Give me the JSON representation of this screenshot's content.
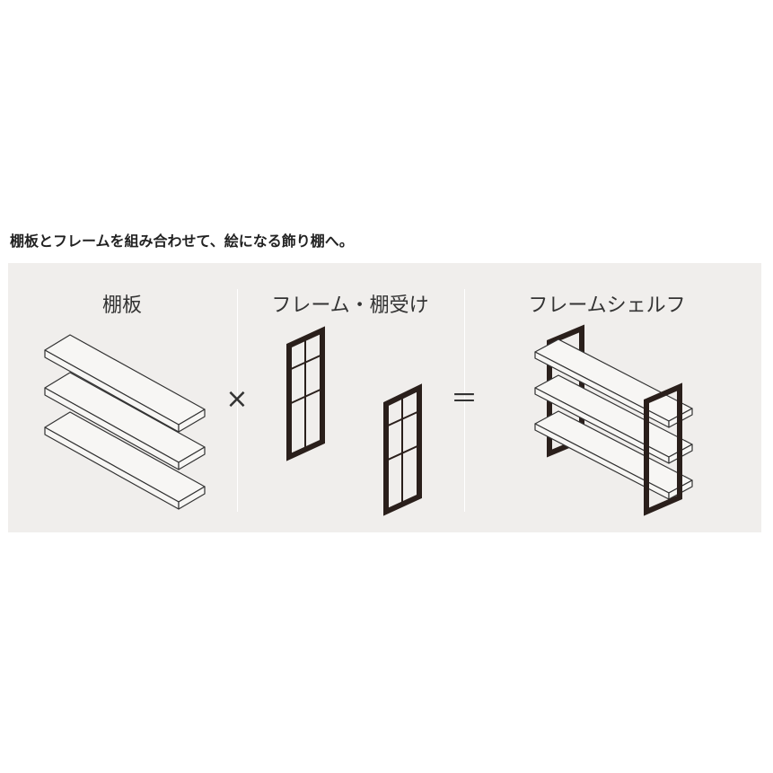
{
  "headline": "棚板とフレームを組み合わせて、絵になる飾り棚へ。",
  "columns": [
    {
      "label": "棚板"
    },
    {
      "label": "フレーム・棚受け"
    },
    {
      "label": "フレームシェルフ"
    }
  ],
  "operators": {
    "times": "×",
    "equals": "＝"
  },
  "colors": {
    "panel": "#f0eeec",
    "frame": "#2a1f1b",
    "shelf": "#f7f6f4",
    "stroke": "#333333"
  }
}
